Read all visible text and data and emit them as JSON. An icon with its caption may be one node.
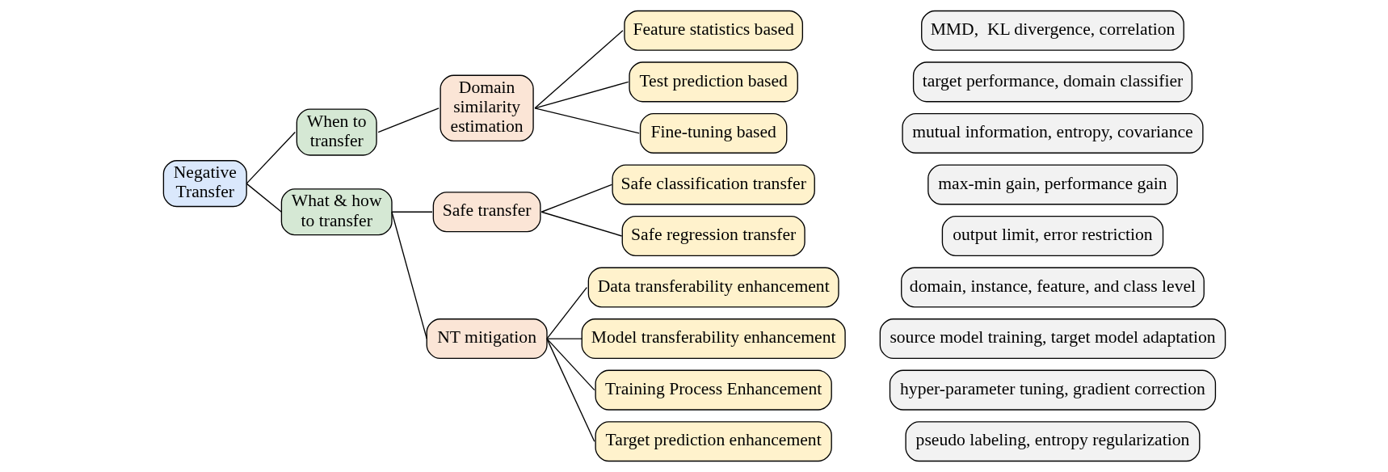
{
  "diagram": {
    "nodes": [
      {
        "text": [
          "Negative Transfer"
        ]
      },
      {
        "text": [
          "When to transfer"
        ]
      },
      {
        "text": [
          "Domain similarity estimation"
        ]
      },
      {
        "text": [
          "Feature statistics based"
        ]
      },
      {
        "text": [
          "MMD,  KL divergence, correlation"
        ]
      },
      {
        "text": [
          "Test prediction based"
        ]
      },
      {
        "text": [
          "target performance, domain classifier"
        ]
      },
      {
        "text": [
          "Fine-tuning based"
        ]
      },
      {
        "text": [
          "mutual information, entropy, covariance"
        ]
      },
      {
        "text": [
          "What & how to transfer"
        ]
      },
      {
        "text": [
          "Safe transfer"
        ]
      },
      {
        "text": [
          "Safe classification transfer"
        ]
      },
      {
        "text": [
          "max-min gain, performance gain"
        ]
      },
      {
        "text": [
          "Safe regression transfer"
        ]
      },
      {
        "text": [
          "output limit, error restriction"
        ]
      },
      {
        "text": [
          "NT mitigation"
        ]
      },
      {
        "text": [
          "Data transferability enhancement"
        ]
      },
      {
        "text": [
          "domain, instance, feature, and class level"
        ]
      },
      {
        "text": [
          "Model transferability enhancement"
        ]
      },
      {
        "text": [
          "source model training, target model adaptation"
        ]
      },
      {
        "text": [
          "Training Process Enhancement"
        ]
      },
      {
        "text": [
          "hyper-parameter tuning, gradient correction"
        ]
      },
      {
        "text": [
          "Target prediction enhancement"
        ]
      },
      {
        "text": [
          "pseudo labeling, entropy regularization"
        ]
      }
    ],
    "edges": [
      {
        "from": 0,
        "to": 1,
        "arrow": "none"
      },
      {
        "from": 0,
        "to": 9,
        "arrow": "none"
      },
      {
        "from": 1,
        "to": 2,
        "arrow": "none"
      },
      {
        "from": 2,
        "to": 3,
        "arrow": "none"
      },
      {
        "from": 2,
        "to": 5,
        "arrow": "none"
      },
      {
        "from": 2,
        "to": 7,
        "arrow": "none"
      },
      {
        "from": 9,
        "to": 10,
        "arrow": "none"
      },
      {
        "from": 9,
        "to": 15,
        "arrow": "none"
      },
      {
        "from": 10,
        "to": 11,
        "arrow": "none"
      },
      {
        "from": 10,
        "to": 13,
        "arrow": "none"
      },
      {
        "from": 15,
        "to": 16,
        "arrow": "none"
      },
      {
        "from": 15,
        "to": 18,
        "arrow": "none"
      },
      {
        "from": 15,
        "to": 20,
        "arrow": "none"
      },
      {
        "from": 15,
        "to": 22,
        "arrow": "none"
      }
    ]
  }
}
